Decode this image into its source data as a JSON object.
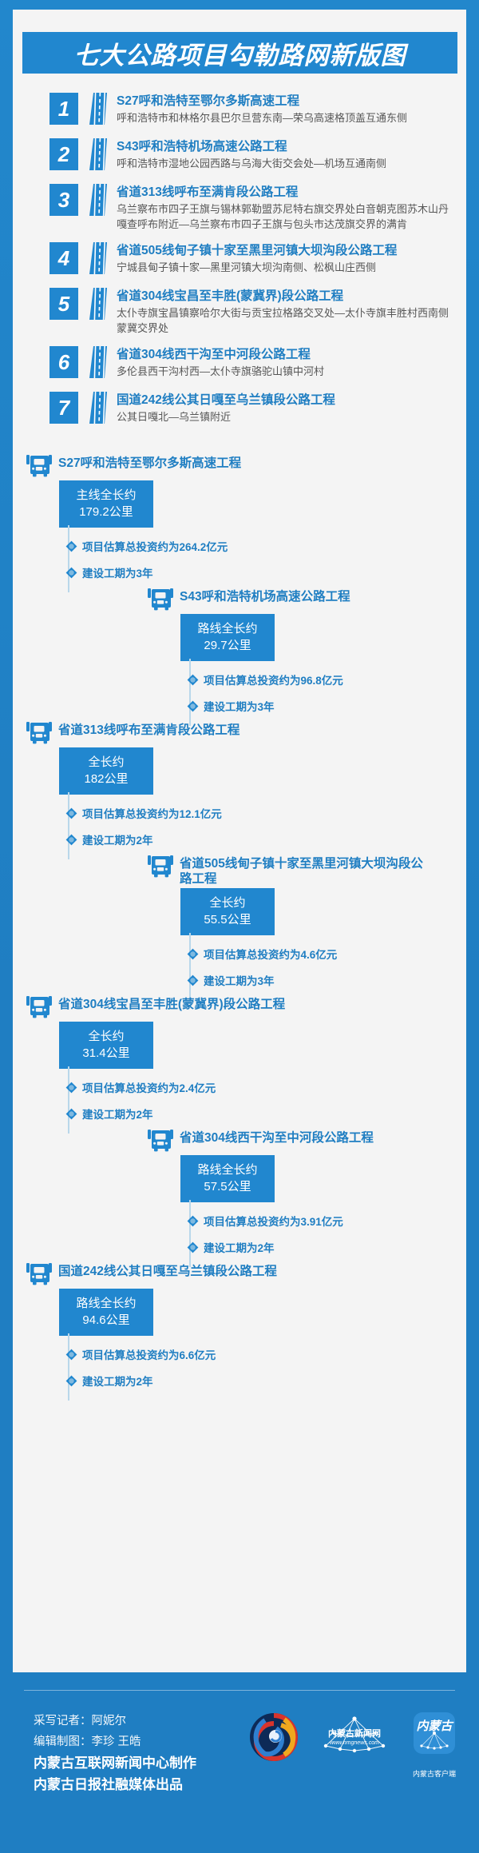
{
  "header": {
    "title": "七大公路项目勾勒路网新版图"
  },
  "list": {
    "items": [
      {
        "num": "1",
        "title": "S27呼和浩特至鄂尔多斯高速工程",
        "desc": "呼和浩特市和林格尔县巴尔旦营东南—荣乌高速格顶盖互通东侧"
      },
      {
        "num": "2",
        "title": "S43呼和浩特机场高速公路工程",
        "desc": "呼和浩特市湿地公园西路与乌海大街交会处—机场互通南侧"
      },
      {
        "num": "3",
        "title": "省道313线呼布至满肯段公路工程",
        "desc": "乌兰察布市四子王旗与锡林郭勒盟苏尼特右旗交界处白音朝克图苏木山丹嘎查呼布附近—乌兰察布市四子王旗与包头市达茂旗交界的满肯"
      },
      {
        "num": "4",
        "title": "省道505线甸子镇十家至黑里河镇大坝沟段公路工程",
        "desc": "宁城县甸子镇十家—黑里河镇大坝沟南侧、松枫山庄西侧"
      },
      {
        "num": "5",
        "title": "省道304线宝昌至丰胜(蒙冀界)段公路工程",
        "desc": "太仆寺旗宝昌镇察哈尔大街与贡宝拉格路交叉处—太仆寺旗丰胜村西南侧蒙冀交界处"
      },
      {
        "num": "6",
        "title": "省道304线西干沟至中河段公路工程",
        "desc": "多伦县西干沟村西—太仆寺旗骆驼山镇中河村"
      },
      {
        "num": "7",
        "title": "国道242线公其日嘎至乌兰镇段公路工程",
        "desc": "公其日嘎北—乌兰镇附近"
      }
    ]
  },
  "cards": [
    {
      "align": "left",
      "title": "S27呼和浩特至鄂尔多斯高速工程",
      "length_label": "主线全长约",
      "length_value": "179.2公里",
      "investment": "项目估算总投资约为264.2亿元",
      "duration": "建设工期为3年"
    },
    {
      "align": "right",
      "title": "S43呼和浩特机场高速公路工程",
      "length_label": "路线全长约",
      "length_value": "29.7公里",
      "investment": "项目估算总投资约为96.8亿元",
      "duration": "建设工期为3年"
    },
    {
      "align": "left",
      "title": "省道313线呼布至满肯段公路工程",
      "length_label": "全长约",
      "length_value": "182公里",
      "investment": "项目估算总投资约为12.1亿元",
      "duration": "建设工期为2年"
    },
    {
      "align": "right",
      "title": "省道505线甸子镇十家至黑里河镇大坝沟段公路工程",
      "length_label": "全长约",
      "length_value": "55.5公里",
      "investment": "项目估算总投资约为4.6亿元",
      "duration": "建设工期为3年"
    },
    {
      "align": "left",
      "title": "省道304线宝昌至丰胜(蒙冀界)段公路工程",
      "length_label": "全长约",
      "length_value": "31.4公里",
      "investment": "项目估算总投资约为2.4亿元",
      "duration": "建设工期为2年"
    },
    {
      "align": "right",
      "title": "省道304线西干沟至中河段公路工程",
      "length_label": "路线全长约",
      "length_value": "57.5公里",
      "investment": "项目估算总投资约为3.91亿元",
      "duration": "建设工期为2年"
    },
    {
      "align": "left",
      "title": "国道242线公其日嘎至乌兰镇段公路工程",
      "length_label": "路线全长约",
      "length_value": "94.6公里",
      "investment": "项目估算总投资约为6.6亿元",
      "duration": "建设工期为2年"
    }
  ],
  "footer": {
    "reporter": "采写记者：阿妮尔",
    "editor": "编辑制图：李珍 王皓",
    "producer": "内蒙古互联网新闻中心制作",
    "publisher": "内蒙古日报社融媒体出品",
    "logo_nmg_name": "内蒙古新闻网",
    "logo_nmg_url": "www.nmgnews.com",
    "logo_app_name": "内蒙古",
    "logo_app_caption": "内蒙古客户端"
  },
  "colors": {
    "brand_blue": "#1f7ec2",
    "accent_blue": "#2187cf",
    "panel": "#f4f4f4",
    "desc_gray": "#565656",
    "connector": "#b9d7ea"
  }
}
